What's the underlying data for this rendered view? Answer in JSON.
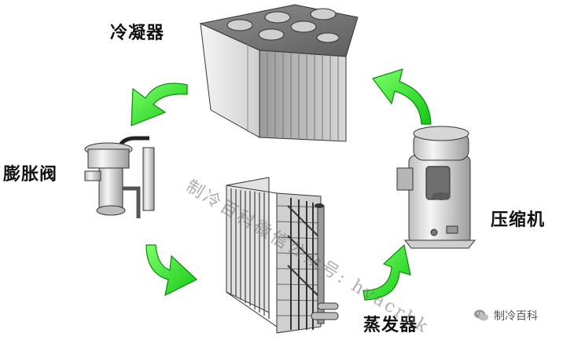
{
  "labels": {
    "condenser": "冷凝器",
    "expansion_valve": "膨胀阀",
    "compressor": "压缩机",
    "evaporator": "蒸发器"
  },
  "watermark": "制冷百科微信公众号: hvacrbk",
  "wechat_account": "制冷百科",
  "colors": {
    "arrow_green": "#22dd22",
    "arrow_dark": "#0a8a0a",
    "metal_light": "#e6e6e6",
    "metal_dark": "#8a8a8a"
  },
  "icons": [
    "condenser-unit",
    "expansion-valve",
    "evaporator-coil",
    "scroll-compressor",
    "wechat-icon"
  ]
}
